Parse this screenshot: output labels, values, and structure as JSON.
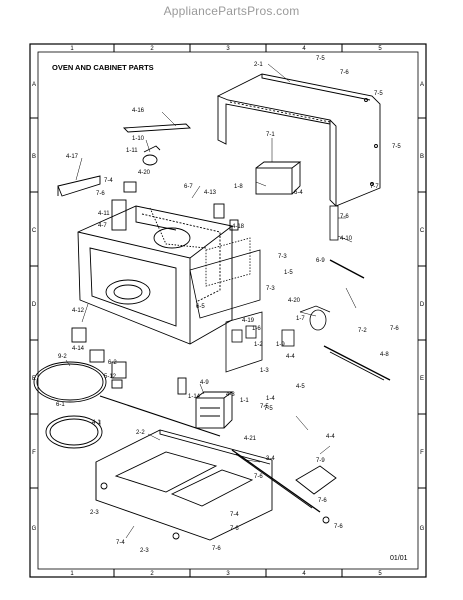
{
  "watermark": "AppliancePartsPros.com",
  "title": "OVEN AND CABINET PARTS",
  "page_code": "01/01",
  "frame": {
    "columns": [
      "1",
      "2",
      "3",
      "4",
      "5"
    ],
    "rows": [
      "A",
      "B",
      "C",
      "D",
      "E",
      "F",
      "G"
    ]
  },
  "callouts": [
    "2-1",
    "7-5",
    "7-6",
    "7-5",
    "7-5",
    "7-7",
    "4-16",
    "1-10",
    "1-11",
    "4-17",
    "7-6",
    "7-4",
    "4-20",
    "4-11",
    "4-7",
    "6-7",
    "4-13",
    "1-8",
    "6-4",
    "7-1",
    "7-6",
    "4-10",
    "4-18",
    "7-3",
    "1-5",
    "6-9",
    "7-3",
    "1-6",
    "4-20",
    "4-19",
    "1-7",
    "7-2",
    "7-6",
    "4-8",
    "4-12",
    "4-14",
    "6-5",
    "1-2",
    "1-9",
    "1-3",
    "1-4",
    "4-4",
    "6-2",
    "5-12",
    "9-2",
    "6-1",
    "4-9",
    "1-14",
    "4-3",
    "1-1",
    "4-5",
    "7-5",
    "4-4",
    "4-1",
    "2-2",
    "4-21",
    "3-4",
    "7-6",
    "7-9",
    "7-6",
    "2-3",
    "7-4",
    "2-3",
    "7-6",
    "7-6",
    "7-4",
    "7-5",
    "7-6"
  ]
}
